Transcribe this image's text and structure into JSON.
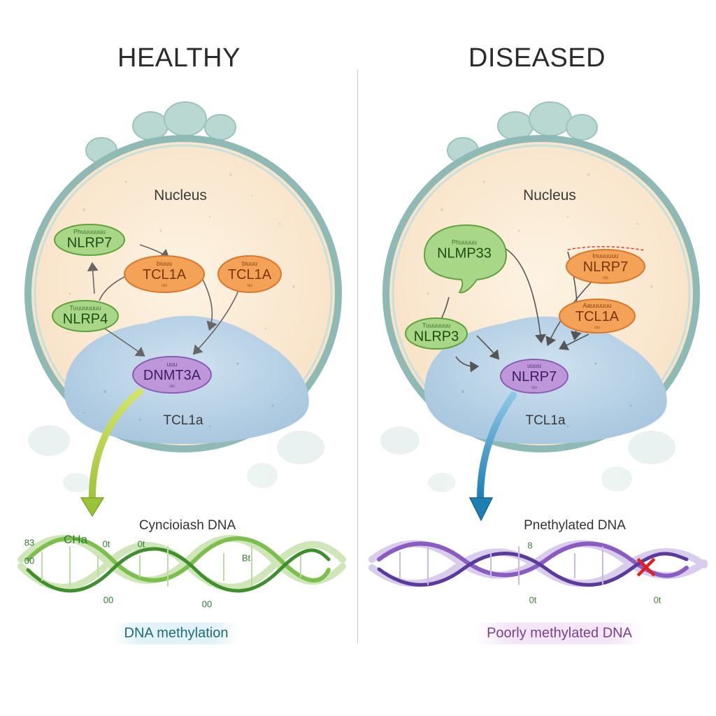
{
  "healthy": {
    "title": "HEALTHY",
    "nucleus_label": "Nucleus",
    "nodes": {
      "nlrp7": {
        "small": "Phuuuuuuu",
        "main": "NLRP7"
      },
      "tcl1a_a": {
        "small": "biuuu",
        "main": "TCL1A",
        "tiny": "uu"
      },
      "tcl1a_b": {
        "small": "biuuu",
        "main": "TCL1A",
        "tiny": "uu"
      },
      "nlrp4": {
        "small": "Tuuuuuuuu",
        "main": "NLRP4"
      },
      "dnmt3a": {
        "small": "uuu",
        "main": "DNMT3A",
        "tiny": "uu"
      }
    },
    "core_label": "TCL1a",
    "dna_label": "Cyncioiash DNA",
    "marks": [
      "83",
      "CHa",
      "0t",
      "0t",
      "00",
      "00",
      "00",
      "Bt"
    ],
    "caption": "DNA methylation"
  },
  "diseased": {
    "title": "DISEASED",
    "nucleus_label": "Nucleus",
    "nodes": {
      "nlmp33": {
        "small": "Phuuuuu",
        "main": "NLMP33"
      },
      "nlrp7": {
        "small": "Inuuuuuu",
        "main": "NLRP7",
        "tiny": "uu"
      },
      "tcl1a": {
        "small": "Aauuuuuu",
        "main": "TCL1A",
        "tiny": "uu"
      },
      "nlrp3": {
        "small": "Tuuuuuuu",
        "main": "NLRP3"
      },
      "nlrp7_core": {
        "small": "uuuu",
        "main": "NLRP7",
        "tiny": "uu"
      }
    },
    "core_label": "TCL1a",
    "dna_label": "Pnethylated DNA",
    "marks": [
      "8",
      "0t",
      "0t"
    ],
    "caption": "Poorly methylated DNA",
    "x_mark": "✕"
  },
  "colors": {
    "membrane": "#8fb9b4",
    "cytoplasm": "#fbe9d6",
    "core": "#bcd6e8",
    "green_node": "#9ccf7d",
    "orange_node": "#f2a25a",
    "purple_node": "#b58ed0",
    "healthy_dna": "#7cbf4d",
    "diseased_dna": "#8a5bc0",
    "healthy_arrow": "#b9d33e",
    "diseased_arrow": "#2e8dbf"
  }
}
